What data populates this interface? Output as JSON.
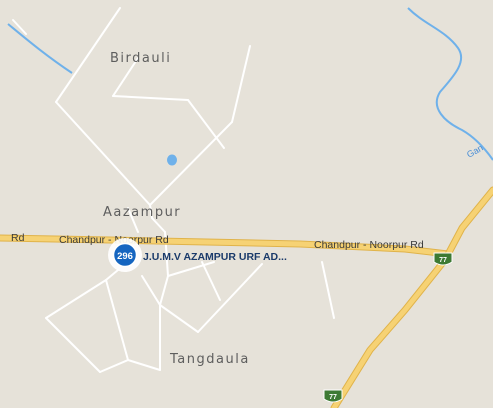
{
  "map": {
    "colors": {
      "land": "#e6e2d9",
      "minor_road": "#ffffff",
      "highway_fill": "#f6d274",
      "highway_edge": "#e0b34a",
      "water": "#6fb1ea",
      "poi_badge": "#1565c0",
      "shield": "#3d7a33"
    },
    "places": {
      "birdauli": "Birdauli",
      "aazampur": "Aazampur",
      "tangdaula": "Tangdaula"
    },
    "roads": {
      "left_fragment": "Rd",
      "chandpur_noorpur_left": "Chandpur - Noorpur Rd",
      "chandpur_noorpur_right": "Chandpur - Noorpur Rd"
    },
    "river": {
      "label_fragment": "Gan"
    },
    "highway_shields": {
      "upper": "77",
      "lower": "77"
    },
    "poi": {
      "number": "296",
      "name": "J.U.M.V AZAMPUR URF AD..."
    }
  }
}
